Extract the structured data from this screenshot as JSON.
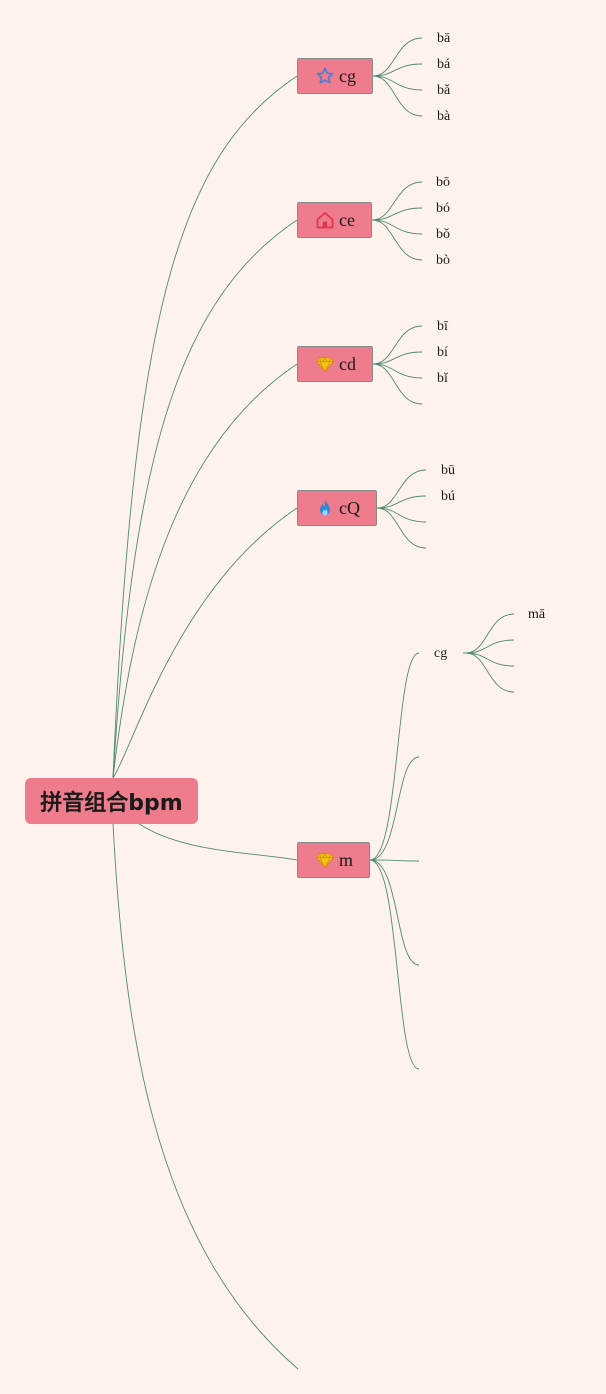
{
  "root": {
    "label": "拼音组合bpm"
  },
  "branches": [
    {
      "label": "cg",
      "icon": "star-icon",
      "children": [
        "bā",
        "bá",
        "bǎ",
        "bà"
      ]
    },
    {
      "label": "ce",
      "icon": "home-icon",
      "children": [
        "bō",
        "bó",
        "bǒ",
        "bò"
      ]
    },
    {
      "label": "cd",
      "icon": "diamond-icon",
      "children": [
        "bī",
        "bí",
        "bǐ",
        ""
      ]
    },
    {
      "label": "cQ",
      "icon": "flame-icon",
      "children": [
        "bū",
        "bú",
        "",
        ""
      ]
    },
    {
      "label": "m",
      "icon": "diamond-icon",
      "children": [
        {
          "label": "cg",
          "children": [
            "mā",
            "",
            "",
            ""
          ]
        },
        {
          "label": ""
        },
        {
          "label": ""
        },
        {
          "label": ""
        },
        {
          "label": ""
        }
      ]
    },
    {
      "label": ""
    }
  ],
  "colors": {
    "background": "#fdf3ec",
    "node_fill": "#ee7c8c",
    "connector": "#4f8a6e",
    "star_icon": "#4a7fd6",
    "home_icon": "#e0334f",
    "diamond_icon": "#f3c21a",
    "flame_icon": "#2a8ae0"
  }
}
